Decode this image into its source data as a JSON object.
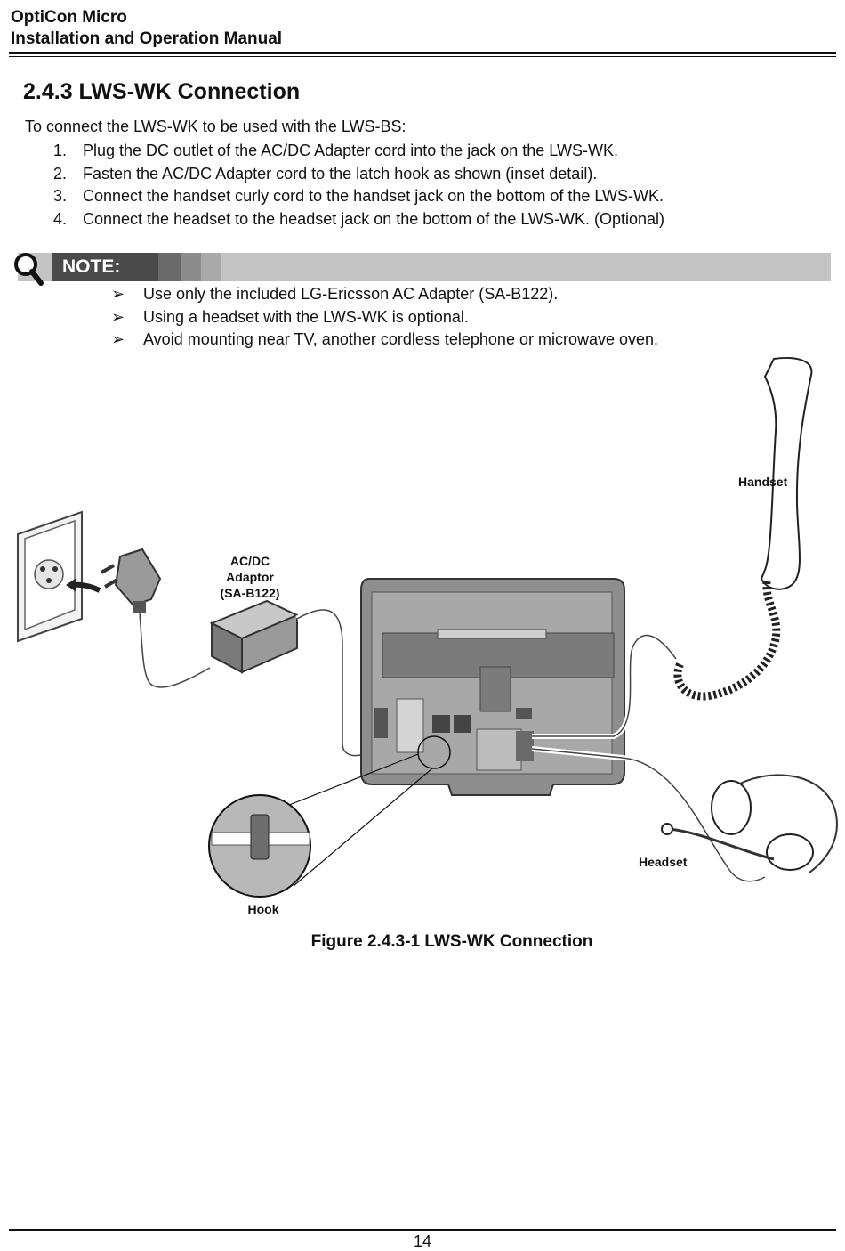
{
  "header": {
    "title_line1": "OptiCon Micro",
    "title_line2": "Installation and Operation Manual"
  },
  "section": {
    "title": "2.4.3 LWS-WK Connection",
    "intro": "To connect the LWS-WK to be used with the LWS-BS:",
    "steps": [
      {
        "num": "1.",
        "text": "Plug the DC outlet of the AC/DC Adapter cord into the jack on the LWS-WK."
      },
      {
        "num": "2.",
        "text": "Fasten the AC/DC Adapter cord to the latch hook as shown (inset detail)."
      },
      {
        "num": "3.",
        "text": "Connect the handset curly cord to the handset jack on the bottom of the LWS-WK."
      },
      {
        "num": "4.",
        "text": "Connect the headset to the headset jack on the bottom of the LWS-WK. (Optional)"
      }
    ]
  },
  "note": {
    "label": "NOTE:",
    "icon": "magnifier-icon",
    "bullet_glyph": "➢",
    "items": [
      "Use only the included LG-Ericsson AC Adapter (SA-B122).",
      "Using a headset with the LWS-WK is optional.",
      "Avoid mounting near TV, another cordless telephone or microwave oven."
    ]
  },
  "figure": {
    "labels": {
      "adaptor_1": "AC/DC",
      "adaptor_2": "Adaptor",
      "adaptor_3": "(SA-B122)",
      "handset": "Handset",
      "headset": "Headset",
      "hook": "Hook"
    },
    "caption": "Figure 2.4.3-1 LWS-WK Connection"
  },
  "footer": {
    "page_number": "14"
  },
  "colors": {
    "note_bar": "#c4c4c4",
    "note_label_bg": "#4a4a4a",
    "device_grey": "#8e8e8e"
  }
}
